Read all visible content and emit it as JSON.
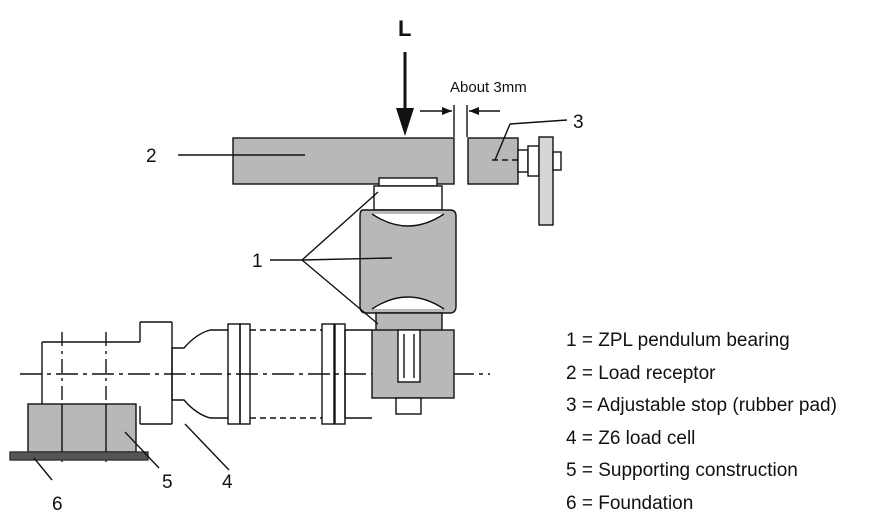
{
  "load_label": "L",
  "gap_label": "About 3mm",
  "callouts": {
    "c1": "1",
    "c2": "2",
    "c3": "3",
    "c4": "4",
    "c5": "5",
    "c6": "6"
  },
  "legend": [
    "1 = ZPL pendulum bearing",
    "2 = Load receptor",
    "3 = Adjustable stop (rubber pad)",
    "4 = Z6 load cell",
    "5 = Supporting construction",
    "6 = Foundation"
  ],
  "colors": {
    "fill_gray": "#b8b8b8",
    "line": "#111111",
    "foundation": "#555555"
  }
}
